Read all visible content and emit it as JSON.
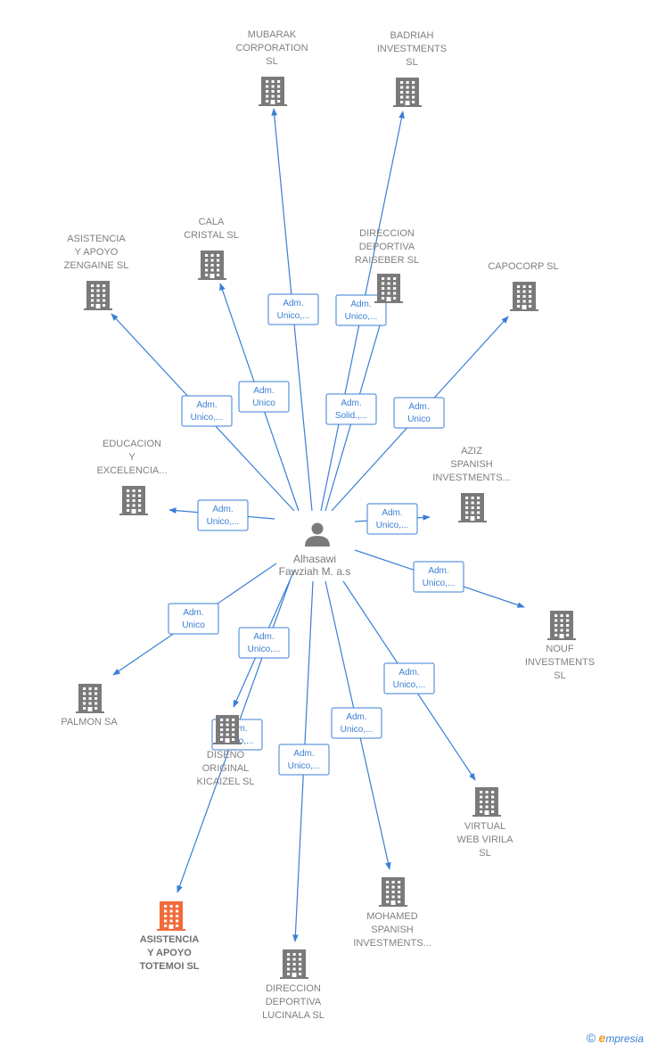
{
  "center": {
    "name_lines": [
      "Alhasawi",
      "Fawziah M. a.s"
    ],
    "icon": "person-icon"
  },
  "nodes": [
    {
      "id": "mubarak",
      "lines": [
        "MUBARAK",
        "CORPORATION",
        "SL"
      ],
      "highlight": false,
      "icon": "building-icon"
    },
    {
      "id": "badriah",
      "lines": [
        "BADRIAH",
        "INVESTMENTS",
        "SL"
      ],
      "highlight": false,
      "icon": "building-icon"
    },
    {
      "id": "cala",
      "lines": [
        "CALA",
        "CRISTAL  SL"
      ],
      "highlight": false,
      "icon": "building-icon"
    },
    {
      "id": "direccion-raiseber",
      "lines": [
        "DIRECCION",
        "DEPORTIVA",
        "RAISEBER  SL"
      ],
      "highlight": false,
      "icon": "building-icon"
    },
    {
      "id": "asistencia-zengaine",
      "lines": [
        "ASISTENCIA",
        "Y APOYO",
        "ZENGAINE  SL"
      ],
      "highlight": false,
      "icon": "building-icon"
    },
    {
      "id": "capocorp",
      "lines": [
        "CAPOCORP  SL"
      ],
      "highlight": false,
      "icon": "building-icon"
    },
    {
      "id": "educacion",
      "lines": [
        "EDUCACION",
        "Y",
        "EXCELENCIA..."
      ],
      "highlight": false,
      "icon": "building-icon"
    },
    {
      "id": "aziz",
      "lines": [
        "AZIZ",
        "SPANISH",
        "INVESTMENTS..."
      ],
      "highlight": false,
      "icon": "building-icon"
    },
    {
      "id": "nouf",
      "lines": [
        "NOUF",
        "INVESTMENTS",
        "SL"
      ],
      "highlight": false,
      "icon": "building-icon"
    },
    {
      "id": "palmon",
      "lines": [
        "PALMON SA"
      ],
      "highlight": false,
      "icon": "building-icon"
    },
    {
      "id": "diseno",
      "lines": [
        "DISEÑO",
        "ORIGINAL",
        "KICAIZEL  SL"
      ],
      "highlight": false,
      "icon": "building-icon"
    },
    {
      "id": "virtual",
      "lines": [
        "VIRTUAL",
        "WEB VIRILA",
        "SL"
      ],
      "highlight": false,
      "icon": "building-icon"
    },
    {
      "id": "mohamed",
      "lines": [
        "MOHAMED",
        "SPANISH",
        "INVESTMENTS..."
      ],
      "highlight": false,
      "icon": "building-icon"
    },
    {
      "id": "asistencia-totemoi",
      "lines": [
        "ASISTENCIA",
        "Y APOYO",
        "TOTEMOI  SL"
      ],
      "highlight": true,
      "icon": "building-icon"
    },
    {
      "id": "direccion-lucinala",
      "lines": [
        "DIRECCION",
        "DEPORTIVA",
        "LUCINALA  SL"
      ],
      "highlight": false,
      "icon": "building-icon"
    }
  ],
  "edges": [
    {
      "to": "mubarak",
      "label_lines": [
        "Adm.",
        "Unico,..."
      ]
    },
    {
      "to": "badriah",
      "label_lines": [
        "Adm.",
        "Unico,..."
      ]
    },
    {
      "to": "cala",
      "label_lines": [
        "Adm.",
        "Unico"
      ]
    },
    {
      "to": "direccion-raiseber",
      "label_lines": [
        "Adm.",
        "Solid.,..."
      ]
    },
    {
      "to": "asistencia-zengaine",
      "label_lines": [
        "Adm.",
        "Unico,..."
      ]
    },
    {
      "to": "capocorp",
      "label_lines": [
        "Adm.",
        "Unico"
      ]
    },
    {
      "to": "educacion",
      "label_lines": [
        "Adm.",
        "Unico,..."
      ]
    },
    {
      "to": "aziz",
      "label_lines": [
        "Adm.",
        "Unico,..."
      ]
    },
    {
      "to": "nouf",
      "label_lines": [
        "Adm.",
        "Unico,..."
      ]
    },
    {
      "to": "palmon",
      "label_lines": [
        "Adm.",
        "Unico"
      ]
    },
    {
      "to": "diseno",
      "label_lines": [
        "Adm.",
        "Unico,..."
      ]
    },
    {
      "to": "asistencia-totemoi",
      "label_lines": [
        "Adm.",
        "Unico,..."
      ]
    },
    {
      "to": "direccion-lucinala",
      "label_lines": [
        "Adm.",
        "Unico,..."
      ]
    },
    {
      "to": "mohamed",
      "label_lines": [
        "Adm.",
        "Unico,..."
      ]
    },
    {
      "to": "virtual",
      "label_lines": [
        "Adm.",
        "Unico,..."
      ]
    }
  ],
  "brand": {
    "copyright": "©",
    "first_letter": "e",
    "rest": "mpresia"
  },
  "colors": {
    "edge": "#3a7fd5",
    "node": "#7a7a7a",
    "highlight": "#f26a3b"
  }
}
